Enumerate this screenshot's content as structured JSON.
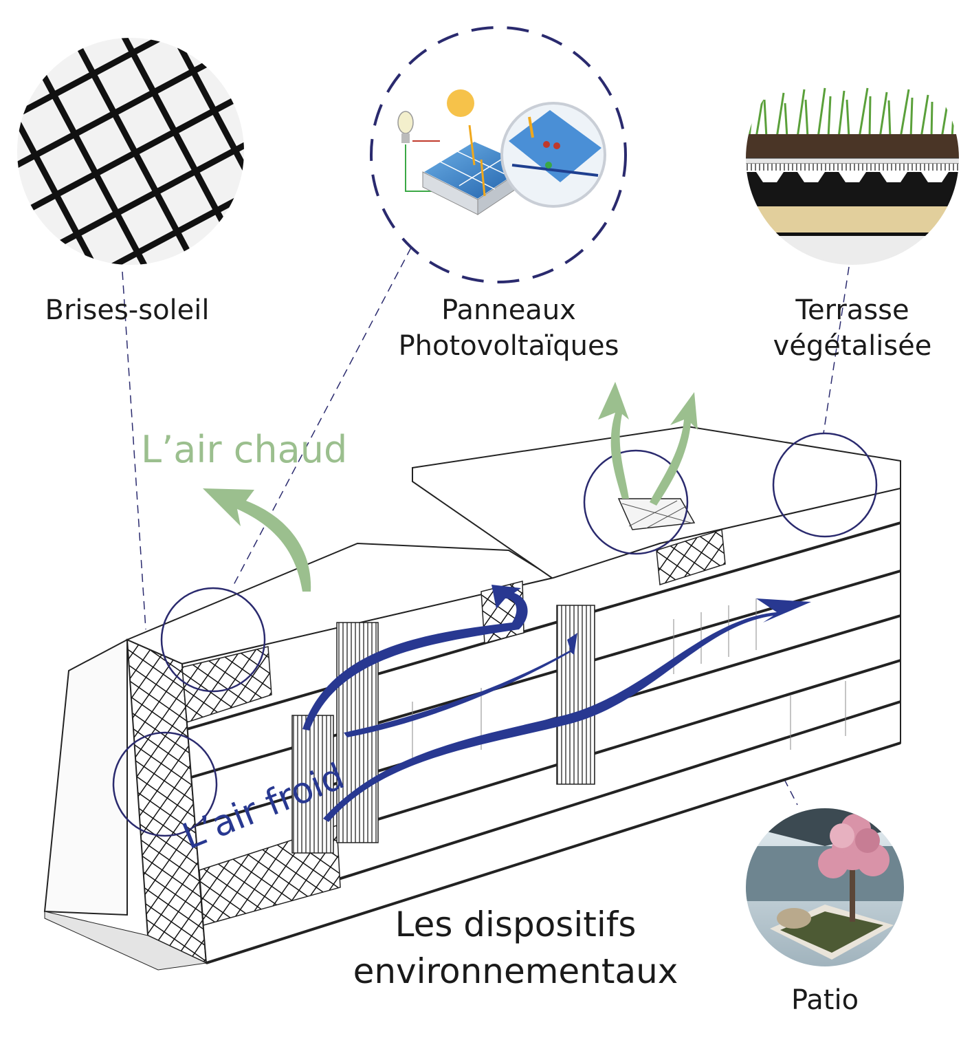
{
  "labels": {
    "brises_soleil": "Brises-soleil",
    "panneaux_line1": "Panneaux",
    "panneaux_line2": "Photovoltaïques",
    "terrasse_line1": "Terrasse",
    "terrasse_line2": "végétalisée",
    "patio": "Patio",
    "air_chaud": "L’air chaud",
    "air_froid": "L’air froid",
    "title_line1": "Les dispositifs",
    "title_line2": "environnementaux"
  },
  "colors": {
    "cold_air": "#283891",
    "warm_air": "#9bbf8e",
    "callout_ring": "#2a2a6e",
    "building_line": "#222222"
  }
}
